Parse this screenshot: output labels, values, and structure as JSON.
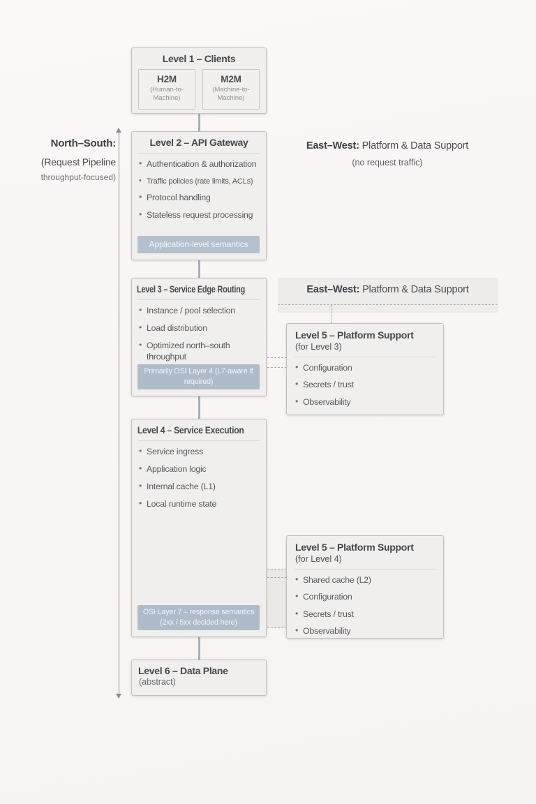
{
  "north_south": {
    "title": "North–South:",
    "subtitle_line1": "(Request Pipeline",
    "subtitle_line2": "throughput-focused)"
  },
  "east_west_top": {
    "title_bold": "East–West:",
    "title_rest": " Platform & Data Support",
    "subtitle": "(no request traffic)"
  },
  "east_west_band": {
    "title_bold": "East–West:",
    "title_rest": " Platform & Data Support"
  },
  "levels": {
    "level1": {
      "title": "Level 1 – Clients",
      "clients": [
        {
          "abbr": "H2M",
          "full": "(Human-to-Machine)"
        },
        {
          "abbr": "M2M",
          "full": "(Machine-to-Machine)"
        }
      ]
    },
    "level2": {
      "title": "Level 2 – API Gateway",
      "bullets": [
        "Authentication & authorization",
        "Traffic policies (rate limits, ACLs)",
        "Protocol handling",
        "Stateless request processing"
      ],
      "badge": "Application-level semantics"
    },
    "level3": {
      "title": "Level 3 – Service Edge Routing",
      "bullets": [
        "Instance / pool selection",
        "Load distribution",
        "Optimized north–south throughput"
      ],
      "badge": "Primarily OSI Layer 4 (L7-aware if required)"
    },
    "level4": {
      "title": "Level 4 – Service Execution",
      "bullets": [
        "Service ingress",
        "Application logic",
        "Internal cache (L1)",
        "Local runtime state"
      ],
      "badge": "OSI Layer 7 – response semantics (2xx / 5xx decided here)"
    },
    "level5_for3": {
      "title": "Level 5 – Platform Support",
      "subtitle": "(for Level 3)",
      "bullets": [
        "Configuration",
        "Secrets / trust",
        "Observability"
      ]
    },
    "level5_for4": {
      "title": "Level 5 – Platform Support",
      "subtitle": "(for Level 4)",
      "bullets": [
        "Shared cache (L2)",
        "Configuration",
        "Secrets / trust",
        "Observability"
      ]
    },
    "level6": {
      "title": "Level 6 – Data Plane",
      "subtitle": "(abstract)"
    }
  },
  "colors": {
    "badge_fill": "#b4c0cd",
    "box_fill": "#f0efed",
    "box_border": "#c3c0bb",
    "band_fill": "#edeceb",
    "connector": "#a6b0b8"
  }
}
